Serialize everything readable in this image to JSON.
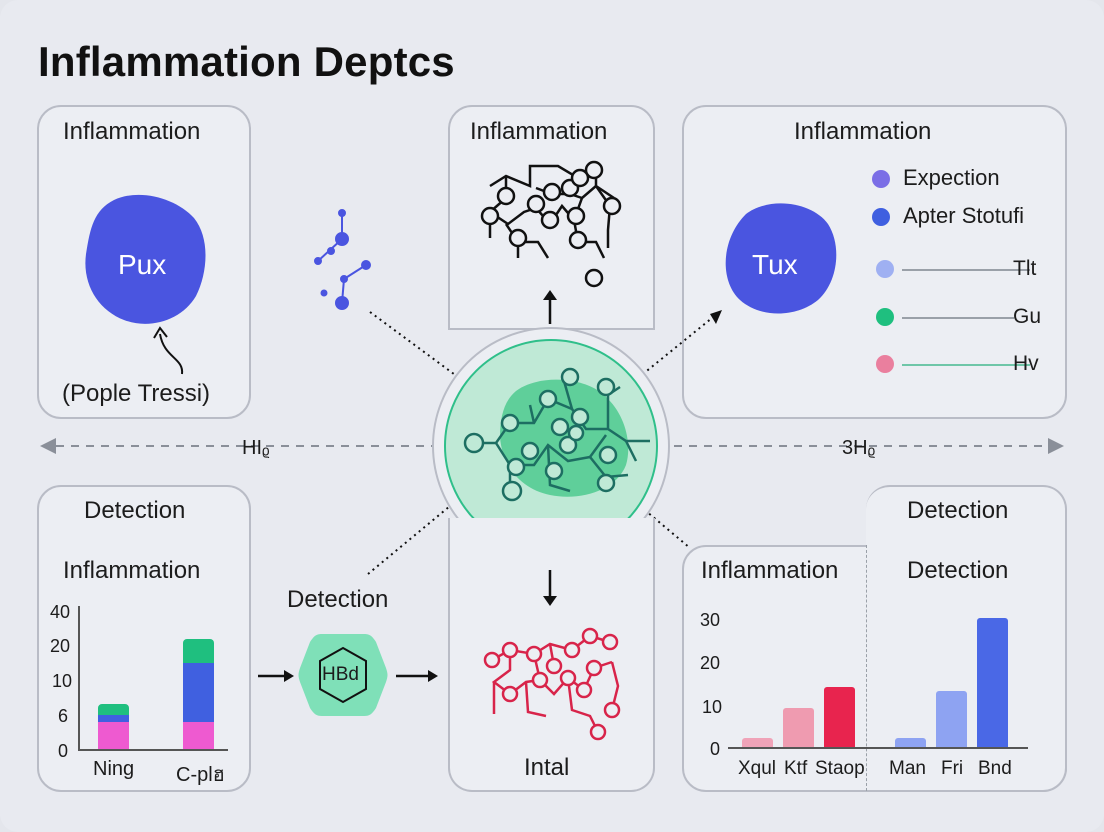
{
  "title": "Inflammation Deptcs",
  "panels": {
    "top_left": {
      "title": "Inflammation",
      "blob_label": "Pux",
      "caption": "(Pople Tressi)"
    },
    "top_mid": {
      "title": "Inflammation"
    },
    "top_right": {
      "title": "Inflammation",
      "blob_label": "Tux",
      "legend": [
        {
          "label": "Expection",
          "color": "#7b6ee6"
        },
        {
          "label": "Apter Stotufi",
          "color": "#3f5fe0"
        },
        {
          "label": "Tlt",
          "color": "#9fb0f2"
        },
        {
          "label": "Gu",
          "color": "#1fbf7f"
        },
        {
          "label": "Hv",
          "color": "#ea7f9e"
        }
      ]
    },
    "bottom_left": {
      "title1": "Detection",
      "title2": "Inflammation",
      "yticks": [
        "40",
        "20",
        "10",
        "6",
        "0"
      ],
      "categories": [
        "Ning",
        "C-plฮ"
      ]
    },
    "bottom_mid": {
      "label": "Intal"
    },
    "bottom_right": {
      "title_left": "Inflammation",
      "title_right1": "Detection",
      "title_right2": "Detection",
      "yticks": [
        "30",
        "20",
        "10",
        "0"
      ],
      "categories": [
        "Xqul",
        "Ktf",
        "Staop",
        "Man",
        "Fri",
        "Bnd"
      ]
    }
  },
  "center": {
    "left_axis_label": "HIᵨ",
    "right_axis_label": "3Hᵨ",
    "detection_label": "Detection",
    "hex_label": "HBd"
  },
  "colors": {
    "blob": "#4a55e0",
    "center_fill": "#bfe9d6",
    "center_stroke": "#2fbf8a",
    "hex_fill": "#7fe0b8",
    "red_network": "#d8244a",
    "pink": "#ee5ad0",
    "lavender": "#9fa8f2",
    "green": "#1fbf7f",
    "blue": "#4060e0",
    "red_bar": "#e8244e",
    "pink_bar": "#ef9bb0",
    "light_pink": "#f0a3b8",
    "light_blue_bar": "#8ea3f2",
    "mid_blue_bar": "#4a68e6"
  },
  "chart_data": [
    {
      "type": "bar",
      "categories": [
        "Ning",
        "C-plฮ"
      ],
      "ylim": [
        0,
        40
      ],
      "stacked": true,
      "series": [
        {
          "values": [
            8,
            8
          ],
          "color": "#ee5ad0"
        },
        {
          "values": [
            2,
            17
          ],
          "color": "#4060e0"
        },
        {
          "values": [
            3,
            7
          ],
          "color": "#1fbf7f"
        }
      ]
    },
    {
      "type": "bar",
      "categories": [
        "Xqul",
        "Ktf",
        "Staop",
        "Man",
        "Fri",
        "Bnd"
      ],
      "ylim": [
        0,
        30
      ],
      "values": [
        2,
        9,
        14,
        2,
        13,
        30
      ]
    }
  ]
}
